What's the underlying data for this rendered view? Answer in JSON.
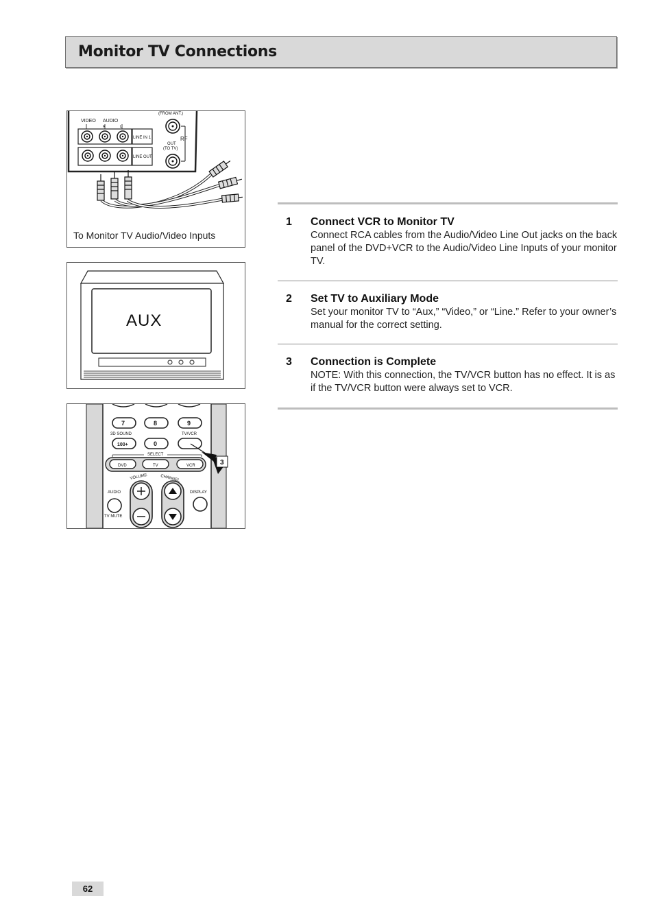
{
  "page": {
    "title": "Monitor TV Connections",
    "page_number": "62"
  },
  "figure1": {
    "labels": {
      "video": "VIDEO",
      "audio": "AUDIO",
      "r": "R",
      "l": "L",
      "line_in": "LINE IN 1",
      "line_out": "LINE OUT",
      "from_ant": "(FROM ANT.)",
      "out": "OUT",
      "to_tv": "(TO TV)",
      "rf": "RF"
    },
    "caption": "To Monitor TV Audio/Video Inputs"
  },
  "figure2": {
    "screen_text": "AUX"
  },
  "figure3": {
    "btn_7": "7",
    "btn_8": "8",
    "btn_9": "9",
    "label_3d_sound": "3D SOUND",
    "label_tv_vcr": "TV/VCR",
    "btn_100": "100+",
    "btn_0": "0",
    "label_select": "SELECT",
    "btn_dvd": "DVD",
    "btn_tv": "TV",
    "btn_vcr": "VCR",
    "label_volume": "VOLUME",
    "label_channel": "CHANNEL",
    "label_audio": "AUDIO",
    "label_display": "DISPLAY",
    "label_tv_mute": "TV MUTE",
    "callout": "3"
  },
  "steps": [
    {
      "number": "1",
      "title": "Connect VCR to Monitor TV",
      "body": "Connect RCA cables from the Audio/Video Line Out jacks on the back panel of the DVD+VCR to the Audio/Video Line Inputs of your monitor TV."
    },
    {
      "number": "2",
      "title": "Set TV to Auxiliary Mode",
      "body": "Set your monitor TV to “Aux,” “Video,” or “Line.” Refer to your owner’s manual for the correct setting."
    },
    {
      "number": "3",
      "title": "Connection is Complete",
      "body": "NOTE: With this connection, the TV/VCR button has no effect. It is as if the TV/VCR button were always set to VCR."
    }
  ]
}
